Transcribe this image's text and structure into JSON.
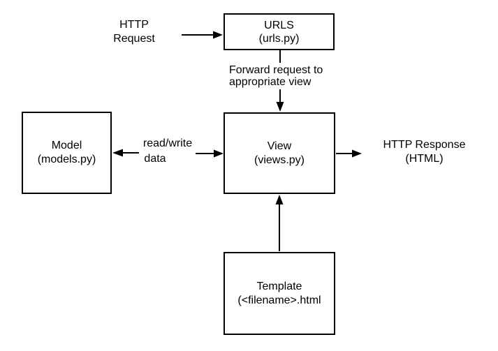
{
  "colors": {
    "background": "#ffffff",
    "stroke": "#000000",
    "text": "#000000",
    "box_fill": "#ffffff"
  },
  "boxes": {
    "urls": {
      "title": "URLS",
      "subtitle": "(urls.py)"
    },
    "model": {
      "title": "Model",
      "subtitle": "(models.py)"
    },
    "view": {
      "title": "View",
      "subtitle": "(views.py)"
    },
    "template": {
      "title": "Template",
      "subtitle": "(<filename>.html"
    }
  },
  "labels": {
    "http_request": {
      "line1": "HTTP",
      "line2": "Request"
    },
    "forward": {
      "line1": "Forward request to",
      "line2": "appropriate view"
    },
    "read_write": {
      "line1": "read/write",
      "line2": "data"
    },
    "http_response": {
      "line1": "HTTP Response",
      "line2": "(HTML)"
    }
  },
  "edges": [
    {
      "id": "http-request-to-urls",
      "from": "http-request-label",
      "to": "urls-box",
      "direction": "right"
    },
    {
      "id": "urls-to-view",
      "from": "urls-box",
      "to": "view-box",
      "direction": "down",
      "label": "Forward request to appropriate view"
    },
    {
      "id": "view-to-model",
      "from": "read-write-label",
      "to": "model-box",
      "direction": "left",
      "label": "read/write data"
    },
    {
      "id": "model-to-view",
      "from": "read-write-label",
      "to": "view-box",
      "direction": "right",
      "label": "read/write data"
    },
    {
      "id": "view-to-response",
      "from": "view-box",
      "to": "http-response-label",
      "direction": "right"
    },
    {
      "id": "template-to-view",
      "from": "template-box",
      "to": "view-box",
      "direction": "up"
    }
  ]
}
